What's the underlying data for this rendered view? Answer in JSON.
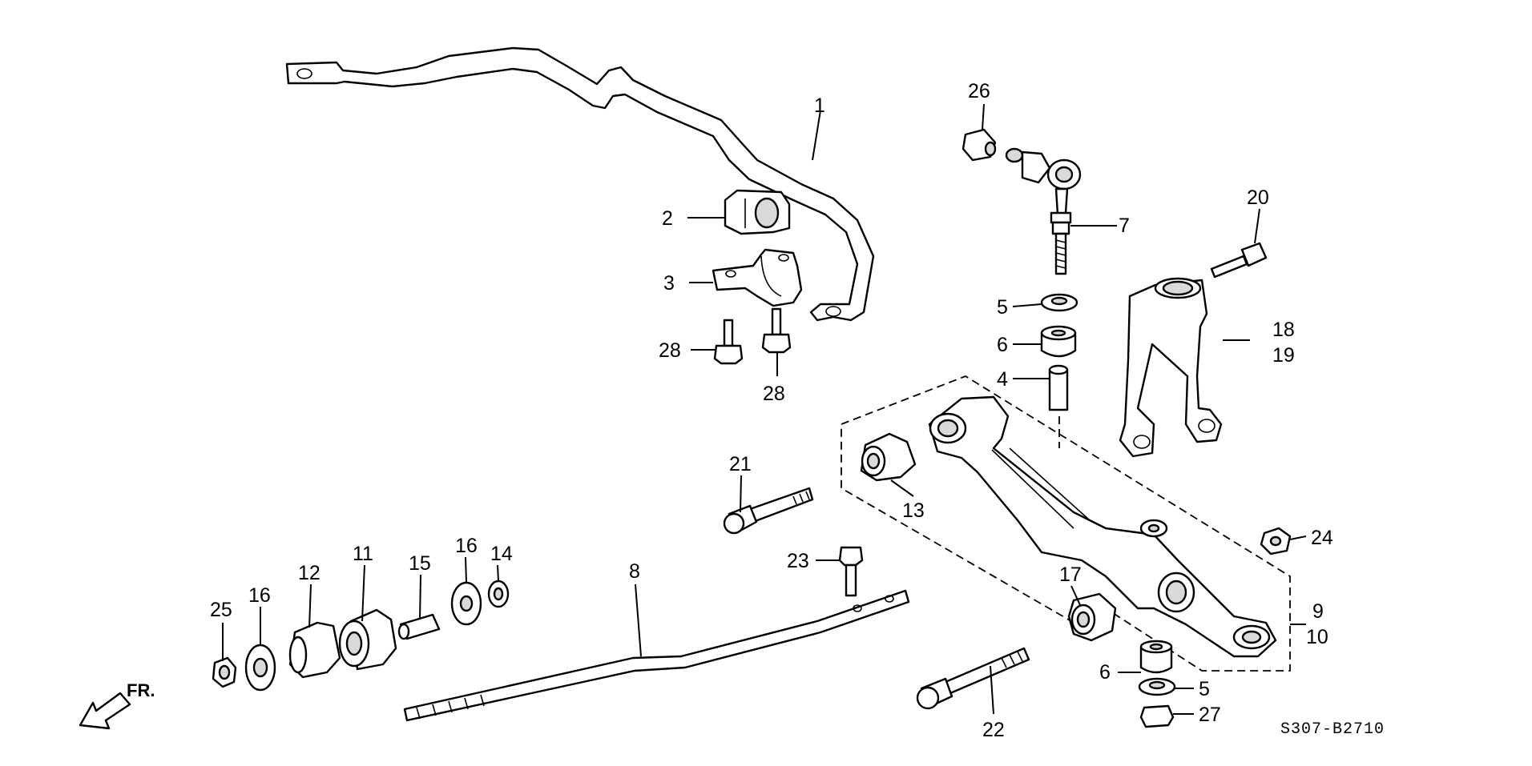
{
  "diagram": {
    "code": "S307-B2710",
    "direction": "FR.",
    "callouts": {
      "c1": "1",
      "c2": "2",
      "c3": "3",
      "c4": "4",
      "c5a": "5",
      "c5b": "5",
      "c6a": "6",
      "c6b": "6",
      "c7": "7",
      "c8": "8",
      "c9": "9",
      "c10": "10",
      "c11": "11",
      "c12": "12",
      "c13": "13",
      "c14": "14",
      "c15": "15",
      "c16a": "16",
      "c16b": "16",
      "c17": "17",
      "c18": "18",
      "c19": "19",
      "c20": "20",
      "c21": "21",
      "c22": "22",
      "c23": "23",
      "c24": "24",
      "c25": "25",
      "c26": "26",
      "c27": "27",
      "c28a": "28",
      "c28b": "28"
    }
  }
}
